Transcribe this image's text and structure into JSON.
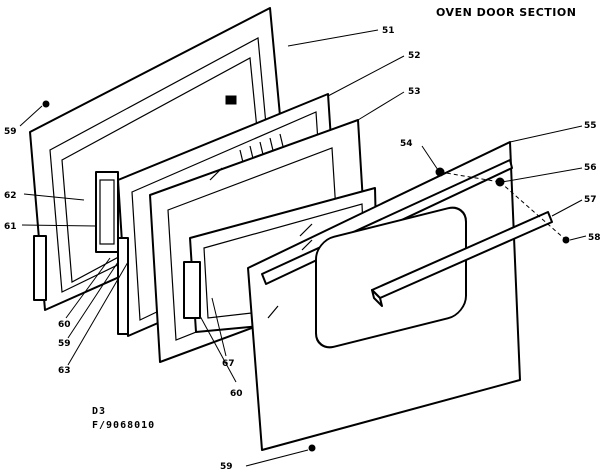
{
  "title": "OVEN DOOR SECTION",
  "model": {
    "line1": "D3",
    "line2": "F/9068010"
  },
  "labels": {
    "p51": "51",
    "p52": "52",
    "p53": "53",
    "p54": "54",
    "p55": "55",
    "p56": "56",
    "p57": "57",
    "p58": "58",
    "p59a": "59",
    "p59b": "59",
    "p59c": "59",
    "p60a": "60",
    "p60b": "60",
    "p61": "61",
    "p62": "62",
    "p63": "63",
    "p67": "67"
  }
}
